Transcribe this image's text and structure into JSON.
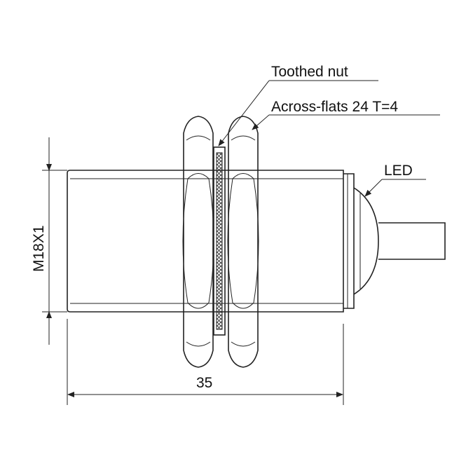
{
  "labels": {
    "toothed_nut": "Toothed nut",
    "across_flats": "Across-flats 24 T=4",
    "led": "LED",
    "thread": "M18X1",
    "length": "35"
  }
}
